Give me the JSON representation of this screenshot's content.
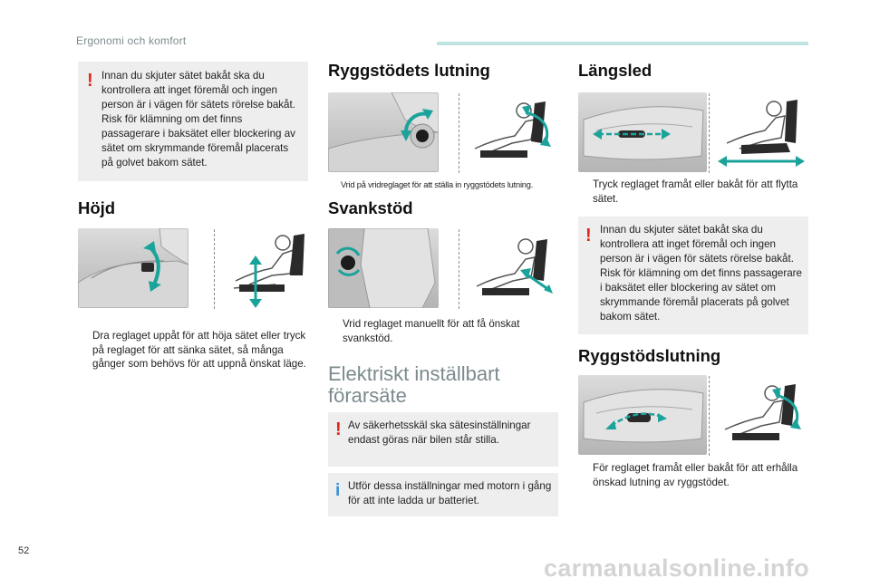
{
  "header": {
    "section_title": "Ergonomi och komfort"
  },
  "page_number": "52",
  "watermark": "carmanualsonline.info",
  "left_column": {
    "warning": {
      "mark": "!",
      "text": "Innan du skjuter sätet bakåt ska du kontrollera att inget föremål och ingen person är i vägen för sätets rörelse bakåt. Risk för klämning om det finns passagerare i baksätet eller blockering av sätet om skrymmande föremål placerats på golvet bakom sätet."
    },
    "hojd": {
      "title": "Höjd",
      "bullet_symbol": "",
      "bullet": "Dra reglaget uppåt för att höja sätet eller tryck på reglaget för att sänka sätet, så många gånger som behövs för att uppnå önskat läge."
    }
  },
  "middle_column": {
    "ryggstodets_lutning": {
      "title": "Ryggstödets lutning",
      "bullet_symbol": "",
      "bullet": "Vrid på vridreglaget för att ställa in ryggstödets lutning."
    },
    "svankstod": {
      "title": "Svankstöd",
      "bullet_symbol": "",
      "bullet": "Vrid reglaget manuellt för att få önskat svankstöd."
    },
    "elektriskt": {
      "title_line1": "Elektriskt inställbart",
      "title_line2": "förarsäte",
      "warning_mark": "!",
      "warning": "Av säkerhetsskäl ska sätesinställningar endast göras när bilen står stilla.",
      "info_mark": "i",
      "info": "Utför dessa inställningar med motorn i gång för att inte ladda ur batteriet."
    }
  },
  "right_column": {
    "langsled": {
      "title": "Längsled",
      "bullet_symbol": "",
      "bullet": "Tryck reglaget framåt eller bakåt för att flytta sätet."
    },
    "warning": {
      "mark": "!",
      "text": "Innan du skjuter sätet bakåt ska du kontrollera att inget föremål och ingen person är i vägen för sätets rörelse bakåt. Risk för klämning om det finns passagerare i baksätet eller blockering av sätet om skrymmande föremål placerats på golvet bakom sätet."
    },
    "ryggstodslutning": {
      "title": "Ryggstödslutning",
      "bullet_symbol": "",
      "bullet": "För reglaget framåt eller bakåt för att erhålla önskad lutning av ryggstödet."
    }
  },
  "colors": {
    "accent_teal": "#1aa39a",
    "warning_red": "#e1261c",
    "info_blue": "#3a8fd6",
    "box_grey": "#eeeeee",
    "header_bar": "#bfe3e0"
  }
}
